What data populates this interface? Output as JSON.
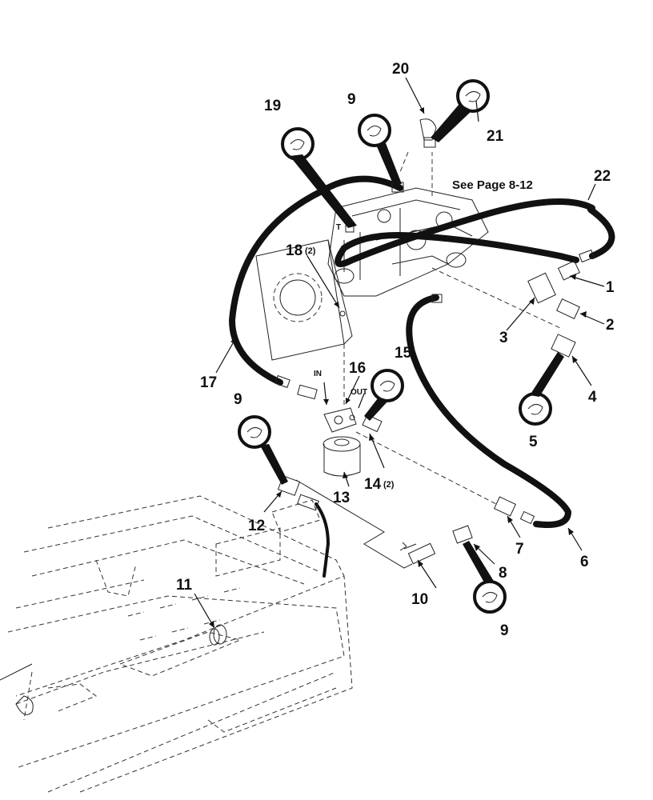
{
  "note": "See Page 8-12",
  "ports": {
    "in": "IN",
    "out": "OUT",
    "tank": "T"
  },
  "callouts": [
    {
      "id": "c1",
      "num": "1"
    },
    {
      "id": "c2",
      "num": "2"
    },
    {
      "id": "c3",
      "num": "3"
    },
    {
      "id": "c4",
      "num": "4"
    },
    {
      "id": "c5",
      "num": "5"
    },
    {
      "id": "c6",
      "num": "6"
    },
    {
      "id": "c7",
      "num": "7"
    },
    {
      "id": "c8",
      "num": "8"
    },
    {
      "id": "c9a",
      "num": "9"
    },
    {
      "id": "c9b",
      "num": "9"
    },
    {
      "id": "c9c",
      "num": "9"
    },
    {
      "id": "c10",
      "num": "10"
    },
    {
      "id": "c11",
      "num": "11"
    },
    {
      "id": "c12",
      "num": "12"
    },
    {
      "id": "c13",
      "num": "13"
    },
    {
      "id": "c14",
      "num": "14",
      "qty": "(2)"
    },
    {
      "id": "c15",
      "num": "15"
    },
    {
      "id": "c16",
      "num": "16"
    },
    {
      "id": "c17",
      "num": "17"
    },
    {
      "id": "c18",
      "num": "18",
      "qty": "(2)"
    },
    {
      "id": "c19",
      "num": "19"
    },
    {
      "id": "c20",
      "num": "20"
    },
    {
      "id": "c21",
      "num": "21"
    },
    {
      "id": "c22",
      "num": "22"
    }
  ]
}
